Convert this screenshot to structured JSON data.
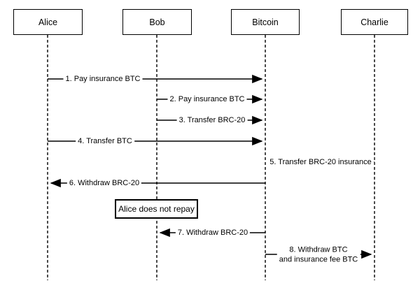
{
  "diagram": {
    "type": "sequence-diagram",
    "colors": {
      "line": "#000000",
      "background": "#ffffff"
    },
    "actors": [
      {
        "id": "alice",
        "label": "Alice"
      },
      {
        "id": "bob",
        "label": "Bob"
      },
      {
        "id": "bitcoin",
        "label": "Bitcoin"
      },
      {
        "id": "charlie",
        "label": "Charlie"
      }
    ],
    "messages": [
      {
        "num": 1,
        "from": "Alice",
        "to": "Bitcoin",
        "label": "1. Pay insurance BTC"
      },
      {
        "num": 2,
        "from": "Bob",
        "to": "Bitcoin",
        "label": "2. Pay insurance BTC"
      },
      {
        "num": 3,
        "from": "Bob",
        "to": "Bitcoin",
        "label": "3. Transfer BRC-20"
      },
      {
        "num": 4,
        "from": "Alice",
        "to": "Bitcoin",
        "label": "4. Transfer BTC"
      },
      {
        "num": 5,
        "from": "Charlie",
        "to": "Bitcoin",
        "label": "5. Transfer BRC-20 insurance"
      },
      {
        "num": 6,
        "from": "Bitcoin",
        "to": "Alice",
        "label": "6. Withdraw BRC-20"
      },
      {
        "num": 7,
        "from": "Bitcoin",
        "to": "Bob",
        "label": "7. Withdraw BRC-20"
      },
      {
        "num": 8,
        "from": "Bitcoin",
        "to": "Charlie",
        "label": "8. Withdraw BTC and insurance fee BTC",
        "label_line1": "8. Withdraw BTC",
        "label_line2": "and insurance fee BTC"
      }
    ],
    "note": {
      "label": "Alice does not repay"
    }
  }
}
